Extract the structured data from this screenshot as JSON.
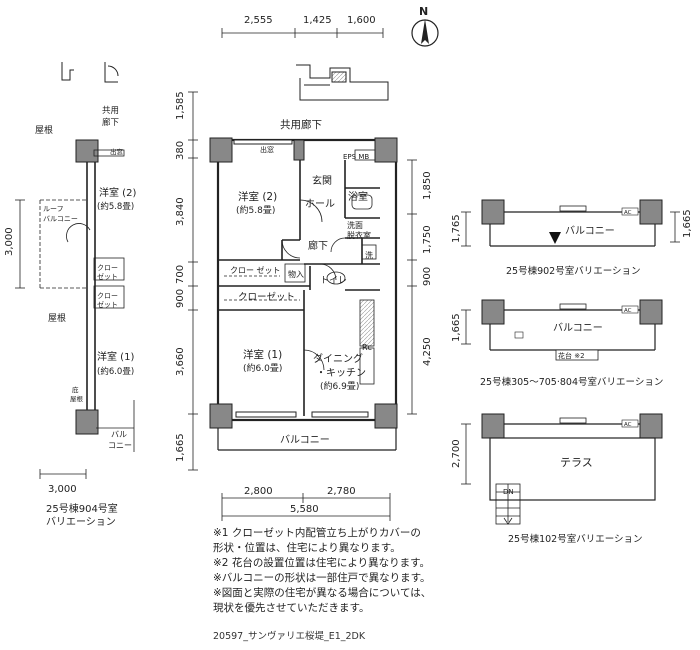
{
  "compass": {
    "label": "N"
  },
  "top_dims": [
    "2,555",
    "1,425",
    "1,600"
  ],
  "left_dims": [
    "1,585",
    "380",
    "3,840",
    "700",
    "900",
    "3,660",
    "1,665"
  ],
  "right_dims": [
    "1,850",
    "1,750",
    "900",
    "4,250"
  ],
  "bottom_dims": {
    "left": "2,800",
    "right": "2,780",
    "total": "5,580"
  },
  "main_labels": {
    "corridor": "共用廊下",
    "storage_top": "出窓",
    "eps": "EPS MB",
    "room2": "洋室 (2)",
    "room2_size": "(約5.8畳)",
    "entrance": "玄関",
    "hall": "ホール",
    "bath": "浴室",
    "washroom": "洗面",
    "dressing": "脱衣室",
    "wash": "洗",
    "hallway": "廊下",
    "closet_small": "クロー\nゼット",
    "storage": "物入",
    "toilet": "トイレ",
    "closet": "クローゼット",
    "room1": "洋室 (1)",
    "room1_size": "(約6.0畳)",
    "dining": "ダイニング",
    "kitchen": "・キッチン",
    "dk_size": "(約6.9畳)",
    "rc": "Rc",
    "balcony": "バルコニー"
  },
  "left_variant": {
    "dim_3000_vert": "3,000",
    "dim_3000_horiz": "3,000",
    "roof_top": "屋根",
    "corridor": "共用\n廊下",
    "window": "出窓",
    "room2": "洋室 (2)",
    "room2_size": "(約5.8畳)",
    "roof_balcony": "ルーフ\nバルコニー",
    "closet1": "クロー\nゼット",
    "closet2": "クロー\nゼット",
    "roof_mid": "屋根",
    "room1": "洋室 (1)",
    "room1_size": "(約6.0畳)",
    "eaves": "庇\n屋根",
    "balcony": "バル\nコニー",
    "caption": "25号棟904号室\nバリエーション"
  },
  "right_variants": [
    {
      "dims": [
        "1,765",
        "1,665"
      ],
      "label": "バルコニー",
      "caption": "25号棟902号室バリエーション",
      "tag": "AC"
    },
    {
      "dims": [
        "1,665"
      ],
      "label": "バルコニー",
      "caption": "25号棟305〜705·804号室バリエーション",
      "extra": "花台 ※2",
      "tag": "AC"
    },
    {
      "dims": [
        "2,700"
      ],
      "label": "テラス",
      "caption": "25号棟102号室バリエーション",
      "extra": "DN",
      "tag": "AC"
    }
  ],
  "notes": [
    "※1  クローゼット内配管立ち上がりカバーの",
    "       形状・位置は、住宅により異なります。",
    "※2  花台の設置位置は住宅により異なります。",
    "※バルコニーの形状は一部住戸で異なります。",
    "※図面と実際の住宅が異なる場合については、",
    "       現状を優先させていただきます。"
  ],
  "footer": "20597_サンヴァリエ桜堤_E1_2DK"
}
